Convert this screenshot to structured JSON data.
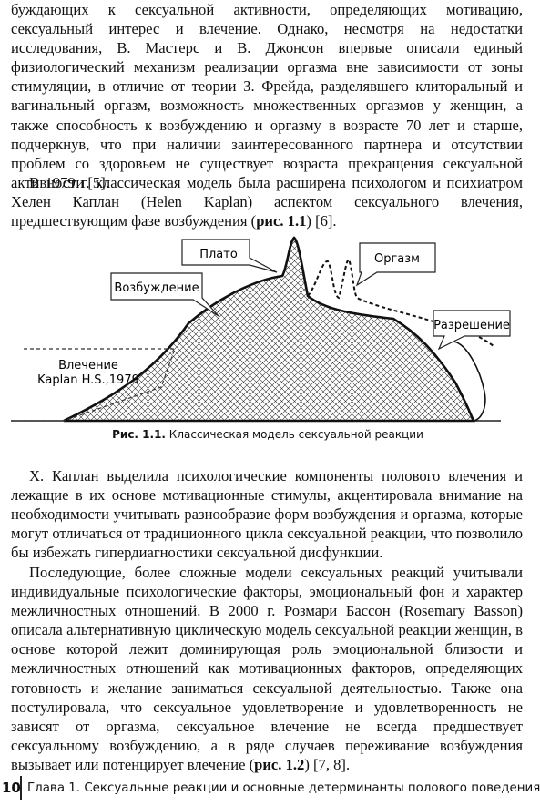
{
  "paragraphs": {
    "p1": "буждающих к сексуальной активности, определяющих мотивацию, сексуальный интерес и влечение. Однако, несмотря на недостатки исследования, В. Мастерс и В. Джонсон впервые описали единый физиологический механизм реализации оргазма вне зависимости от зоны стимуляции, в отличие от теории З. Фрейда, разделявшего клиторальный и вагинальный оргазм, возможность множественных оргазмов у женщин, а также способность к возбуждению и оргазму в возрасте 70 лет и старше, подчеркнув, что при наличии заинтересованного партнера и отсутствии проблем со здоровьем не существует возраста прекращения сексуальной активности [5].",
    "p2_pre": "В 1979 г. классическая модель была расширена психологом и психиатром Хелен Каплан (Helen Kaplan) аспектом сексуального влечения, предшествующим фазе возбуждения (",
    "p2_ref": "рис. 1.1",
    "p2_post": ") [6].",
    "p3": "Х. Каплан выделила психологические компоненты полового влечения и лежащие в их основе мотивационные стимулы, акцентировала внимание на необходимости учитывать разнообразие форм возбуждения и оргазма, которые могут отличаться от традиционного цикла сексуальной реакции, что позволило бы избежать гипердиагностики сексуальной дисфункции.",
    "p4_pre": "Последующие, более сложные модели сексуальных реакций учитывали индивидуальные психологические факторы, эмоциональный фон и характер межличностных отношений. В 2000 г. Розмари Бассон (Rosemary Basson) описала альтернативную циклическую модель сексуальной реакции женщин, в основе которой лежит доминирующая роль эмоциональной близости и межличностных отношений как мотивационных факторов, определяющих готовность и желание заниматься сексуальной деятельностью. Также она постулировала, что сексуальное удовлетворение и удовлетворенность не зависят от оргазма, сексуальное влечение не всегда предшествует сексуальному возбуждению, а в ряде случаев переживание возбуждения вызывает или потенцирует влечение (",
    "p4_ref": "рис. 1.2",
    "p4_post": ") [7, 8]."
  },
  "figure": {
    "labels": {
      "plateau": "Плато",
      "orgasm": "Оргазм",
      "arousal": "Возбуждение",
      "resolution": "Разрешение",
      "desire_line1": "Влечение",
      "desire_line2": "Kaplan H.S.,1979"
    },
    "caption_label": "Рис. 1.1.",
    "caption_text": " Классическая модель сексуальной реакции"
  },
  "footer": {
    "page_number": "10",
    "chapter_title": "Глава 1. Сексуальные реакции и основные детерминанты полового поведения"
  }
}
